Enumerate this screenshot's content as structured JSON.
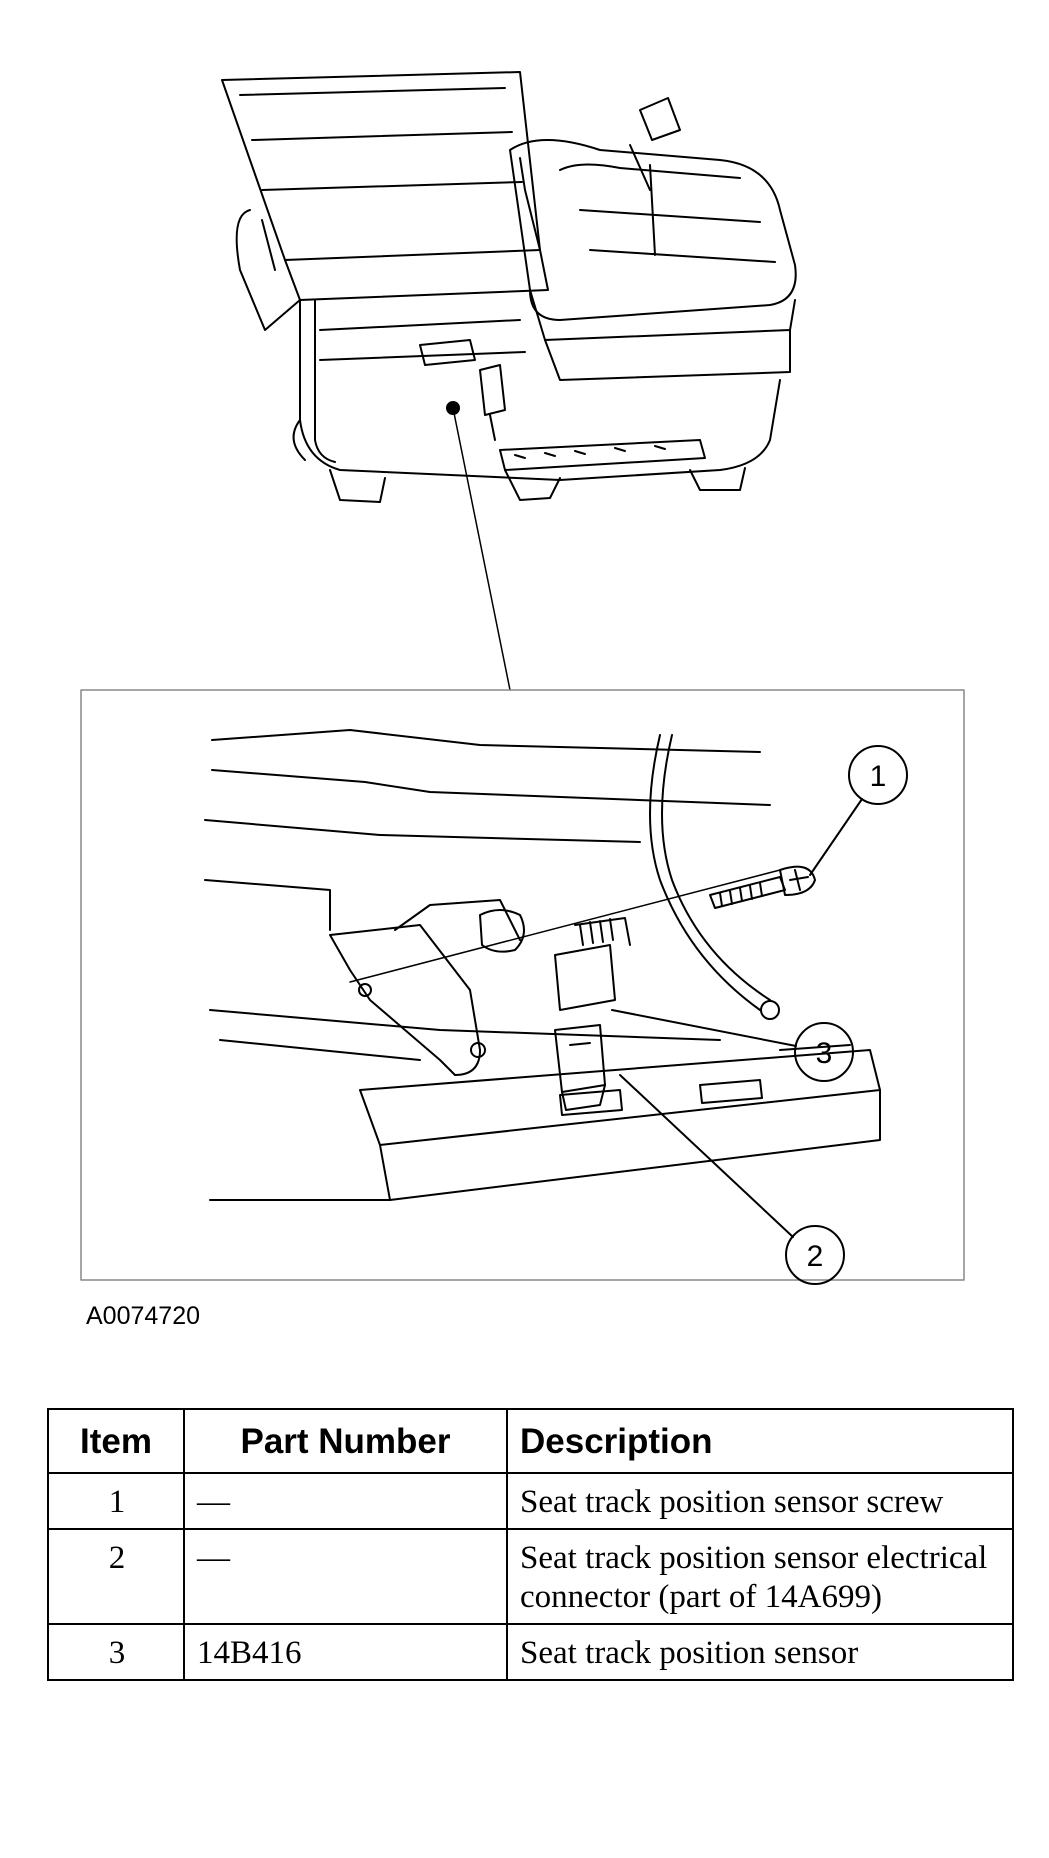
{
  "figure": {
    "callouts": [
      "1",
      "2",
      "3"
    ],
    "figure_code": "A0074720"
  },
  "table": {
    "headers": [
      "Item",
      "Part Number",
      "Description"
    ],
    "rows": [
      {
        "item": "1",
        "part_number": "—",
        "description": "Seat track position sensor screw"
      },
      {
        "item": "2",
        "part_number": "—",
        "description": "Seat track position sensor electrical connector (part of 14A699)"
      },
      {
        "item": "3",
        "part_number": "14B416",
        "description": "Seat track position sensor"
      }
    ]
  }
}
